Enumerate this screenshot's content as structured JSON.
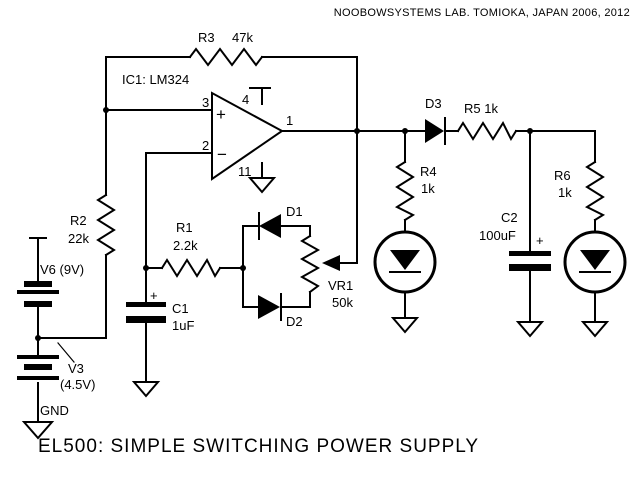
{
  "header": {
    "credit": "NOOBOWSYSTEMS LAB. TOMIOKA, JAPAN 2006, 2012"
  },
  "title": "EL500: SIMPLE SWITCHING POWER SUPPLY",
  "opamp": {
    "label": "IC1: LM324",
    "pin_noninv": "3",
    "pin_inv": "2",
    "pin_vcc": "4",
    "pin_gnd": "11",
    "pin_out": "1",
    "plus_sign": "+",
    "minus_sign": "−"
  },
  "r1": {
    "ref": "R1",
    "value": "2.2k"
  },
  "r2": {
    "ref": "R2",
    "value": "22k"
  },
  "r3": {
    "ref": "R3",
    "value": "47k"
  },
  "r4": {
    "ref": "R4",
    "value": "1k"
  },
  "r5": {
    "ref": "R5 1k"
  },
  "r6": {
    "ref": "R6",
    "value": "1k"
  },
  "c1": {
    "ref": "C1",
    "value": "1uF",
    "polarity": "+"
  },
  "c2": {
    "ref": "C2",
    "value": "100uF",
    "polarity": "+"
  },
  "d1": {
    "ref": "D1"
  },
  "d2": {
    "ref": "D2"
  },
  "d3": {
    "ref": "D3"
  },
  "vr1": {
    "ref": "VR1",
    "value": "50k"
  },
  "v6": {
    "ref": "V6 (9V)"
  },
  "v3": {
    "ref": "V3",
    "value": "(4.5V)"
  },
  "gnd": {
    "label": "GND"
  }
}
